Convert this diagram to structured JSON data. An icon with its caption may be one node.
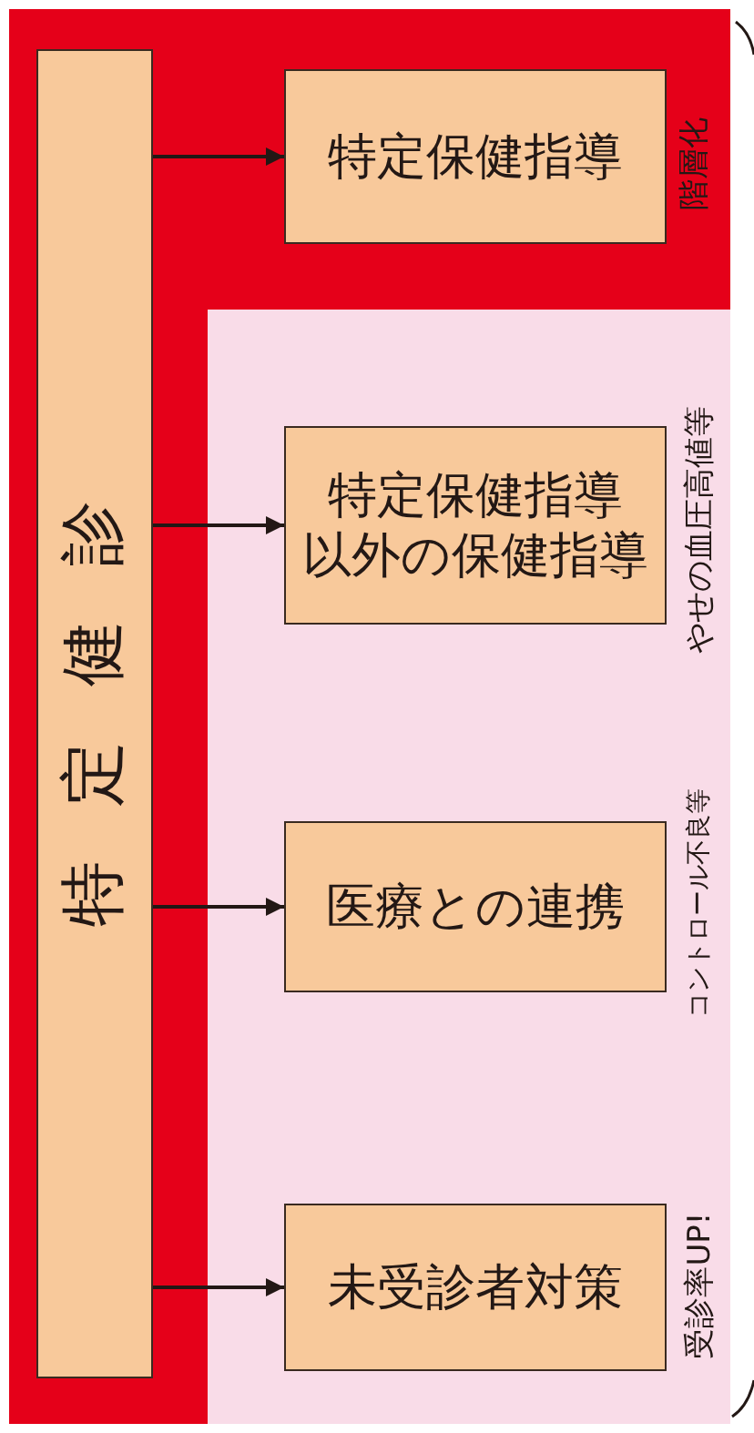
{
  "diagram": {
    "nodes": [
      {
        "text": [
          "特定健診"
        ]
      },
      {
        "text": [
          "特定保健指導"
        ],
        "beside": [
          "階層化"
        ]
      },
      {
        "text": [
          "特定保健指導",
          "以外の保健指導"
        ],
        "beside": [
          "やせの血圧高値等"
        ]
      },
      {
        "text": [
          "医療との連携"
        ],
        "beside": [
          "コントロール不良等"
        ]
      },
      {
        "text": [
          "未受診者対策"
        ],
        "beside": [
          "受診率UP!"
        ]
      }
    ],
    "edges": [
      {
        "from": 0,
        "to": 1,
        "arrow": "to"
      },
      {
        "from": 0,
        "to": 2,
        "arrow": "to"
      },
      {
        "from": 0,
        "to": 3,
        "arrow": "to"
      },
      {
        "from": 0,
        "to": 4,
        "arrow": "to"
      }
    ]
  }
}
